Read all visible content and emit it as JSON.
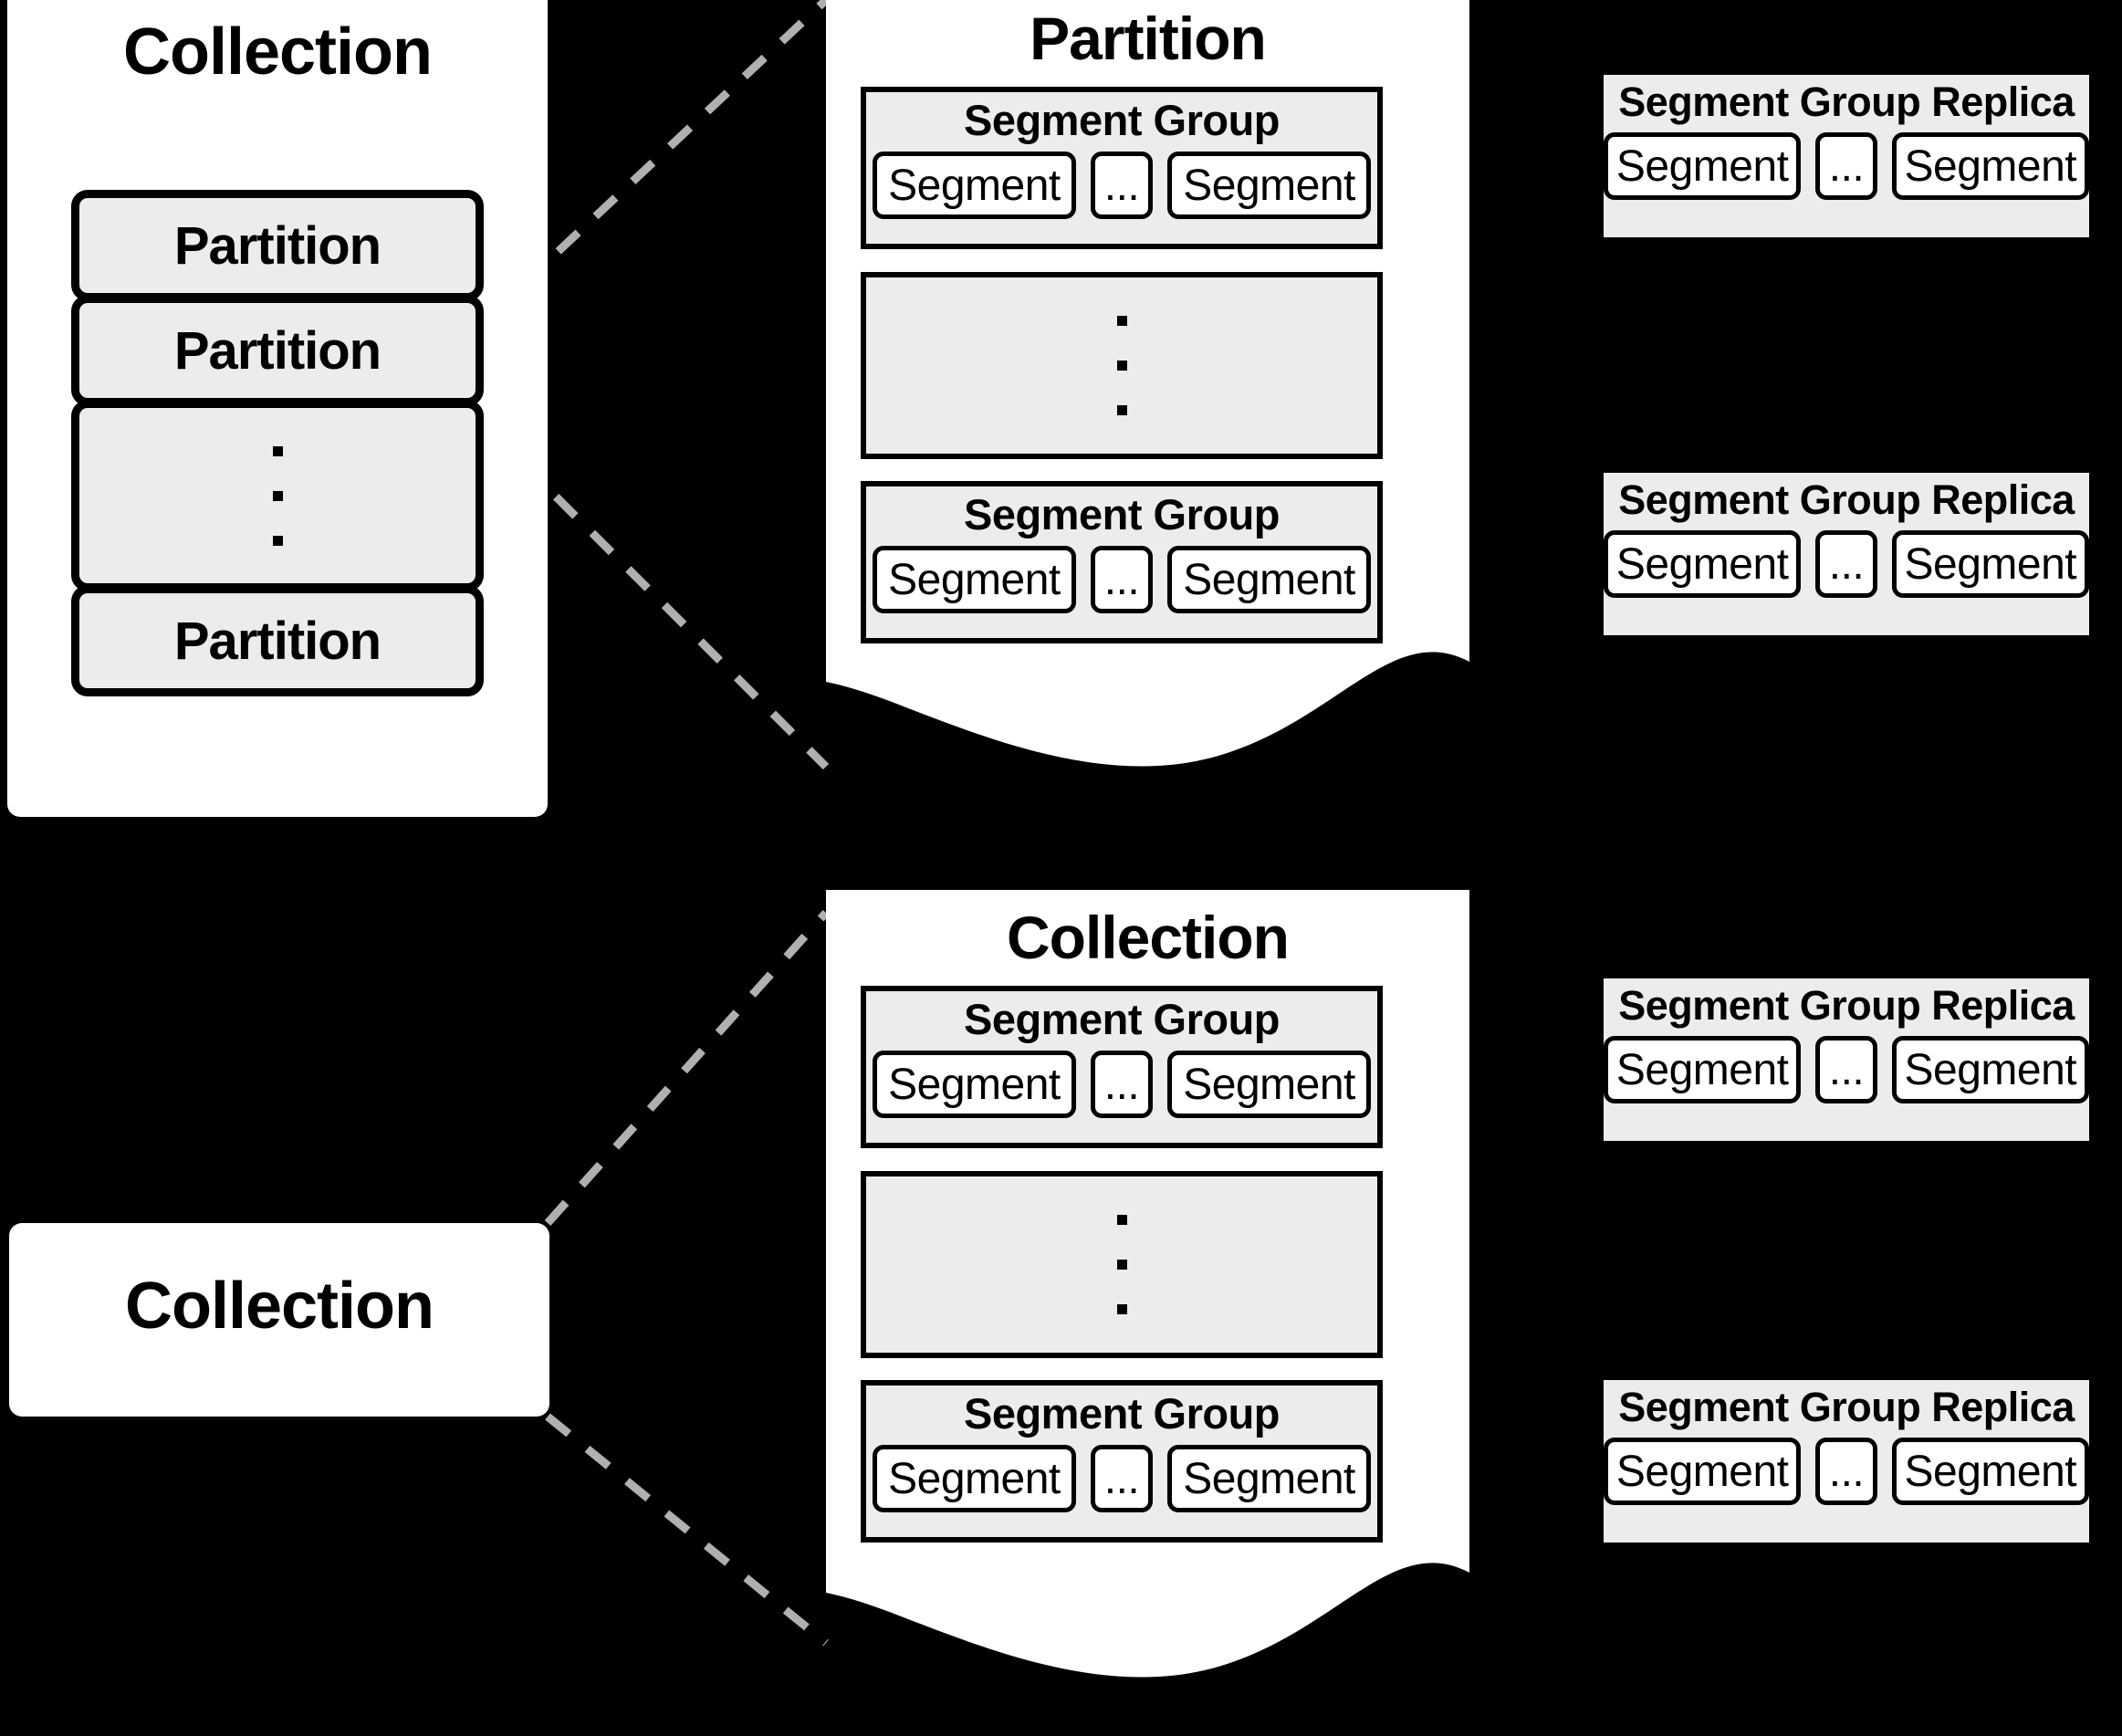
{
  "diagram": {
    "title": "Collection / Partition / Segment Group hierarchy",
    "background_color": "#000000",
    "panel_color": "#ffffff",
    "cell_color": "#ececec",
    "stroke_color": "#000000",
    "connector_color": "#b0b0b0",
    "ellipsis": "..."
  },
  "top_left_collection": {
    "title": "Collection",
    "partitions": [
      {
        "label": "Partition"
      },
      {
        "label": "Partition"
      },
      {
        "label": ""
      },
      {
        "label": "Partition"
      }
    ]
  },
  "top_partition_panel": {
    "title": "Partition",
    "groups": [
      {
        "title": "Segment Group",
        "segments": [
          "Segment",
          "...",
          "Segment"
        ]
      },
      {
        "title": "",
        "segments": []
      },
      {
        "title": "Segment Group",
        "segments": [
          "Segment",
          "...",
          "Segment"
        ]
      }
    ]
  },
  "top_replicas": [
    {
      "title": "Segment Group Replica",
      "segments": [
        "Segment",
        "...",
        "Segment"
      ]
    },
    {
      "title": "Segment Group Replica",
      "segments": [
        "Segment",
        "...",
        "Segment"
      ]
    }
  ],
  "bottom_left_collection": {
    "title": "Collection"
  },
  "bottom_collection_panel": {
    "title": "Collection",
    "groups": [
      {
        "title": "Segment Group",
        "segments": [
          "Segment",
          "...",
          "Segment"
        ]
      },
      {
        "title": "",
        "segments": []
      },
      {
        "title": "Segment Group",
        "segments": [
          "Segment",
          "...",
          "Segment"
        ]
      }
    ]
  },
  "bottom_replicas": [
    {
      "title": "Segment Group Replica",
      "segments": [
        "Segment",
        "...",
        "Segment"
      ]
    },
    {
      "title": "Segment Group Replica",
      "segments": [
        "Segment",
        "...",
        "Segment"
      ]
    }
  ]
}
